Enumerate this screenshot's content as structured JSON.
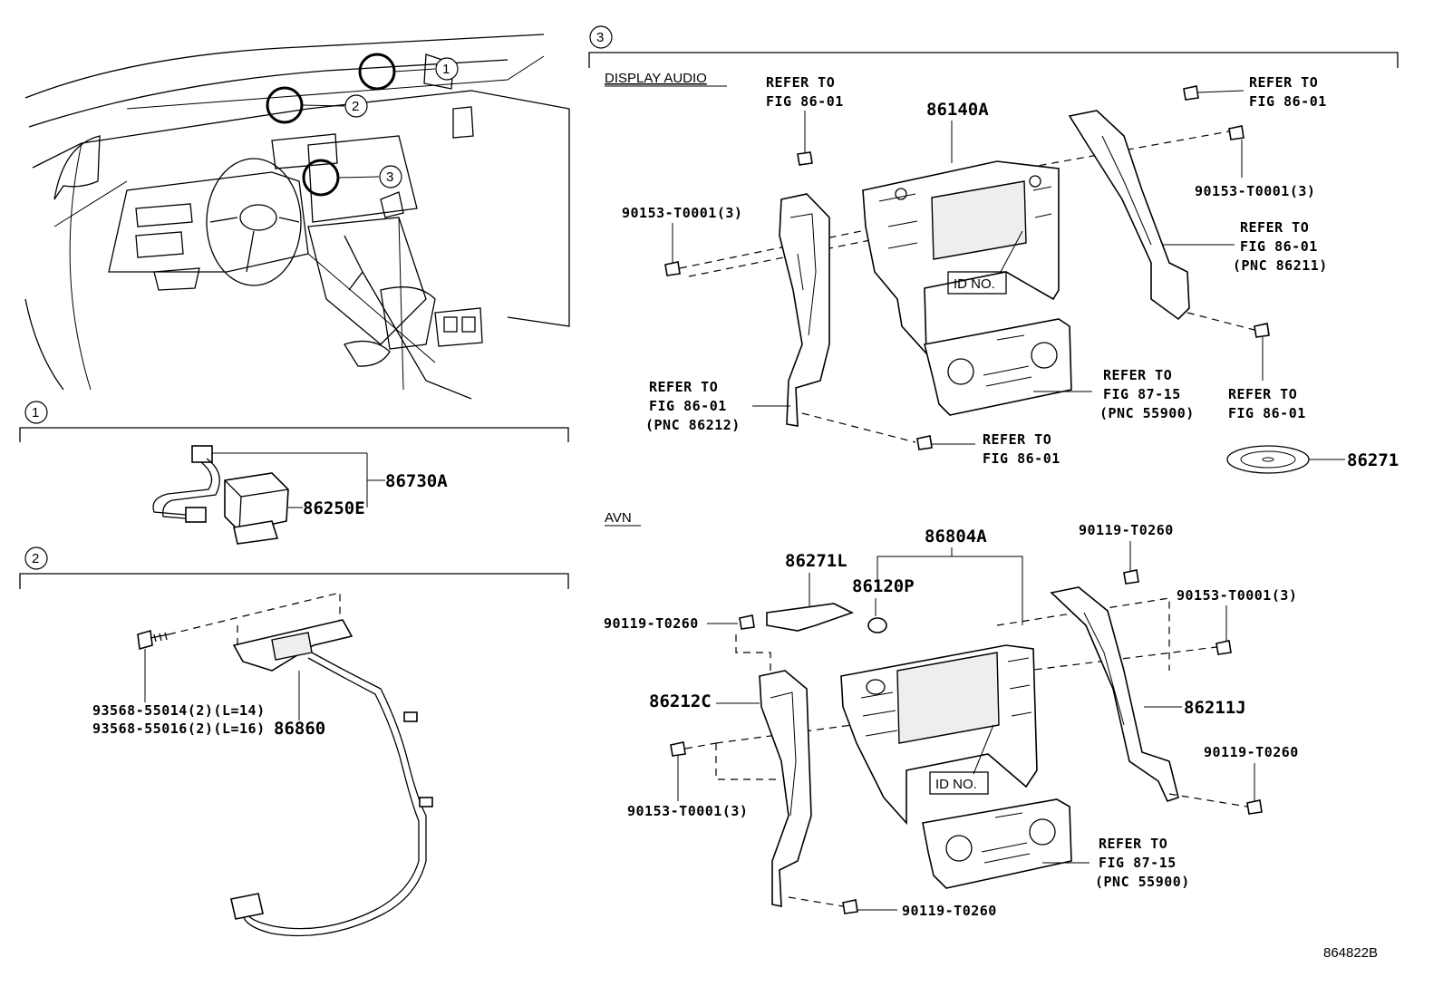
{
  "sections": {
    "s1": "1",
    "s2": "2",
    "s3": "3",
    "display_audio": "DISPLAY AUDIO",
    "avn": "AVN"
  },
  "overview": {
    "c1": "1",
    "c2": "2",
    "c3": "3"
  },
  "labels": {
    "p86730A": "86730A",
    "p86250E": "86250E",
    "p93568_55014": "93568-55014(2)(L=14)",
    "p93568_55016": "93568-55016(2)(L=16)",
    "p86860": "86860",
    "da_refer_tl_1": "REFER TO",
    "da_refer_tl_2": "FIG 86-01",
    "da_86140A": "86140A",
    "da_refer_tr_1": "REFER TO",
    "da_refer_tr_2": "FIG 86-01",
    "da_90153_left": "90153-T0001(3)",
    "da_90153_right": "90153-T0001(3)",
    "da_refer_r_1": "REFER TO",
    "da_refer_r_2": "FIG 86-01",
    "da_refer_r_3": "(PNC 86211)",
    "da_idno": "ID NO.",
    "da_refer_l_1": "REFER TO",
    "da_refer_l_2": "FIG 86-01",
    "da_refer_l_3": "(PNC 86212)",
    "da_refer_c_1": "REFER TO",
    "da_refer_c_2": "FIG 87-15",
    "da_refer_c_3": "(PNC 55900)",
    "da_refer_br_1": "REFER TO",
    "da_refer_br_2": "FIG 86-01",
    "da_refer_b_1": "REFER TO",
    "da_refer_b_2": "FIG 86-01",
    "da_86271": "86271",
    "avn_86804A": "86804A",
    "avn_90119_top": "90119-T0260",
    "avn_86271L": "86271L",
    "avn_86120P": "86120P",
    "avn_90153_right": "90153-T0001(3)",
    "avn_90119_left": "90119-T0260",
    "avn_86212C": "86212C",
    "avn_86211J": "86211J",
    "avn_90119_right": "90119-T0260",
    "avn_idno": "ID NO.",
    "avn_90153_left": "90153-T0001(3)",
    "avn_refer_1": "REFER TO",
    "avn_refer_2": "FIG 87-15",
    "avn_refer_3": "(PNC 55900)",
    "avn_90119_bottom": "90119-T0260",
    "figure_id": "864822B"
  }
}
